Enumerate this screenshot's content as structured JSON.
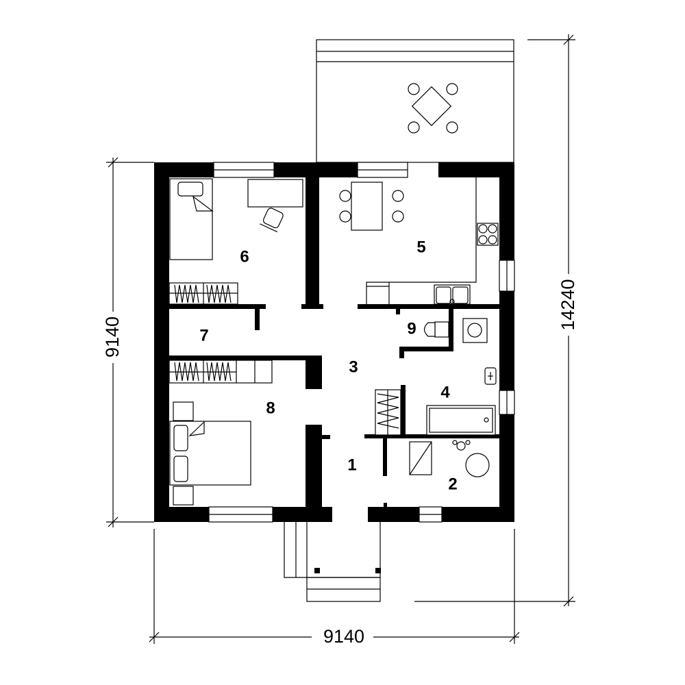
{
  "title": "Floor plan",
  "rooms": [
    {
      "number": "1"
    },
    {
      "number": "2"
    },
    {
      "number": "3"
    },
    {
      "number": "4"
    },
    {
      "number": "5"
    },
    {
      "number": "6"
    },
    {
      "number": "7"
    },
    {
      "number": "8"
    },
    {
      "number": "9"
    }
  ],
  "dimensions": {
    "width": "9140",
    "height": "9140",
    "total_depth": "14240"
  },
  "colors": {
    "wall": "#000000",
    "background": "#ffffff"
  }
}
